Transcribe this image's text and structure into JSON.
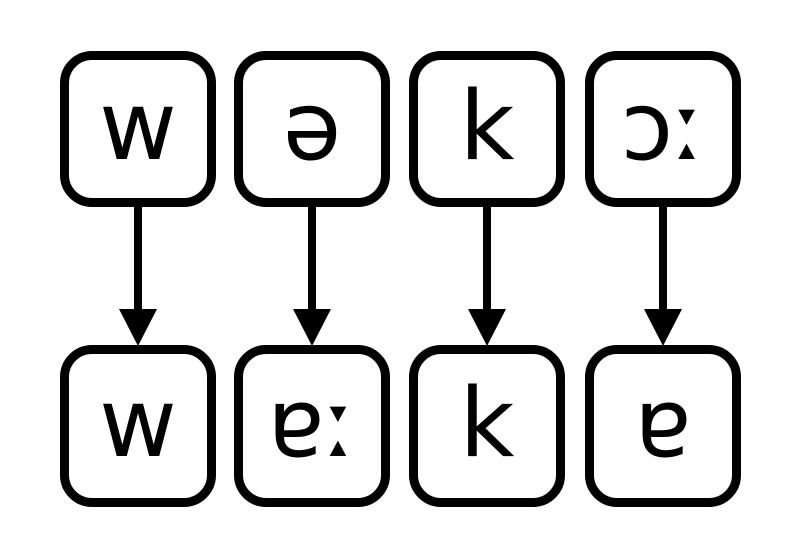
{
  "diagram": {
    "top_row": [
      "w",
      "ə",
      "k",
      "ɔː"
    ],
    "bottom_row": [
      "w",
      "ɐː",
      "k",
      "ɐ"
    ],
    "colors": {
      "stroke": "#000000",
      "text": "#000000",
      "background": "#ffffff"
    }
  }
}
